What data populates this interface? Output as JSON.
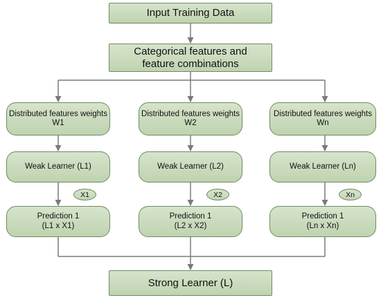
{
  "input_box": "Input Training Data",
  "features_box": {
    "line1": "Categorical features and",
    "line2": "feature combinations"
  },
  "columns": [
    {
      "weights_line1": "Distributed features weights",
      "weights_line2": "W1",
      "learner": "Weak Learner (L1)",
      "multiplier": "X1",
      "prediction_line1": "Prediction 1",
      "prediction_line2": "(L1 x X1)"
    },
    {
      "weights_line1": "Distributed features weights",
      "weights_line2": "W2",
      "learner": "Weak Learner (L2)",
      "multiplier": "X2",
      "prediction_line1": "Prediction 1",
      "prediction_line2": "(L2 x X2)"
    },
    {
      "weights_line1": "Distributed features weights",
      "weights_line2": "Wn",
      "learner": "Weak Learner (Ln)",
      "multiplier": "Xn",
      "prediction_line1": "Prediction 1",
      "prediction_line2": "(Ln x Xn)"
    }
  ],
  "output_box": "Strong Learner (L)",
  "colors": {
    "box_fill_top": "#d6e4cb",
    "box_fill_bottom": "#bfd3b0",
    "box_border": "#6e8a60",
    "connector": "#7a7a7a"
  }
}
